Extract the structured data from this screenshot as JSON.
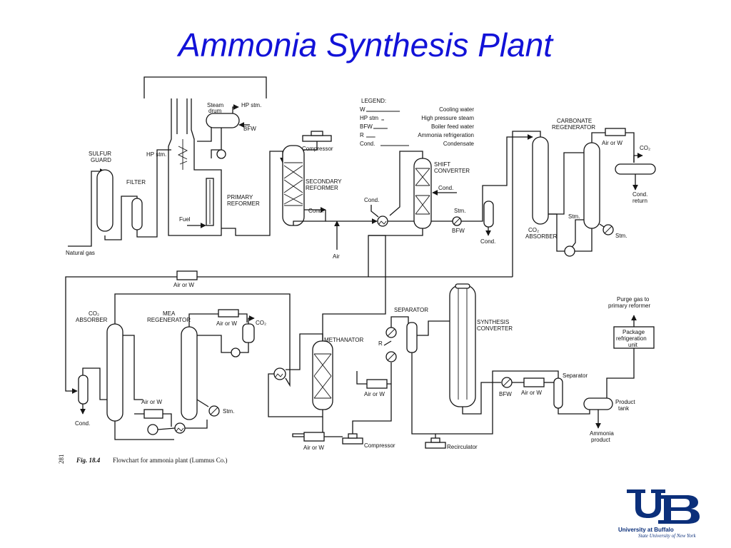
{
  "title": "Ammonia Synthesis Plant",
  "legend": {
    "heading": "LEGEND:",
    "entries": [
      {
        "key": "W",
        "meaning": "Cooling water"
      },
      {
        "key": "HP stm",
        "meaning": "High pressure steam"
      },
      {
        "key": "BFW",
        "meaning": "Boiler feed water"
      },
      {
        "key": "R",
        "meaning": "Ammonia refrigeration"
      },
      {
        "key": "Cond.",
        "meaning": "Condensate"
      }
    ]
  },
  "labels": {
    "sulfur_guard_1": "SULFUR",
    "sulfur_guard_2": "GUARD",
    "filter": "FILTER",
    "natural_gas": "Natural gas",
    "fuel": "Fuel",
    "hp_stm_reformer": "HP stm.",
    "steam_drum_1": "Steam",
    "steam_drum_2": "drum",
    "hp_stm_drum": "HP stm.",
    "bfw_drum": "BFW",
    "primary_reformer_1": "PRIMARY",
    "primary_reformer_2": "REFORMER",
    "compressor_top": "Compressor",
    "secondary_reformer_1": "SECONDARY",
    "secondary_reformer_2": "REFORMER",
    "cond_secondary": "Cond.",
    "air_inlet": "Air",
    "cond_hx": "Cond.",
    "shift_converter_1": "SHIFT",
    "shift_converter_2": "CONVERTER",
    "cond_shift": "Cond.",
    "stm_shift": "Stm.",
    "bfw_shift": "BFW",
    "cond_knockout": "Cond.",
    "carbonate_regen_1": "CARBONATE",
    "carbonate_regen_2": "REGENERATOR",
    "air_or_w_carbonate": "Air or W",
    "co2_carbonate": "CO₂",
    "cond_return_1": "Cond.",
    "cond_return_2": "return",
    "co2_absorber_upper_1": "CO₂",
    "co2_absorber_upper_2": "ABSORBER",
    "stm_regen_1": "Stm.",
    "stm_regen_2": "Stm.",
    "air_or_w_mid": "Air or W",
    "co2_absorber_lower_1": "CO₂",
    "co2_absorber_lower_2": "ABSORBER",
    "mea_regen_1": "MEA",
    "mea_regen_2": "REGENERATOR",
    "air_or_w_mea": "Air or W",
    "co2_mea": "CO₂",
    "air_or_w_reboiler": "Air or W",
    "stm_mea": "Stm.",
    "cond_lower": "Cond.",
    "methanator": "METHANATOR",
    "separator_upper": "SEPARATOR",
    "refrig_r": "R",
    "air_or_w_synth": "Air or W",
    "synthesis_converter_1": "SYNTHESIS",
    "synthesis_converter_2": "CONVERTER",
    "air_or_w_bottom": "Air or W",
    "compressor_bottom": "Compressor",
    "recirculator": "Recirculator",
    "purge_gas_1": "Purge gas to",
    "purge_gas_2": "primary reformer",
    "pkg_refrig_1": "Package",
    "pkg_refrig_2": "refrigeration",
    "pkg_refrig_3": "unit",
    "separator_lower": "Separator",
    "bfw_lower": "BFW",
    "air_or_w_lower": "Air or W",
    "product_tank_1": "Product",
    "product_tank_2": "tank",
    "ammonia_product_1": "Ammonia",
    "ammonia_product_2": "product"
  },
  "caption": {
    "page_no": "281",
    "fig_label": "Fig. 18.4",
    "text": "Flowchart for ammonia plant (Lummus Co.)"
  },
  "logo": {
    "name_line": "University at Buffalo",
    "sub_line": "State University of New York",
    "color": "#0b2f7a"
  }
}
